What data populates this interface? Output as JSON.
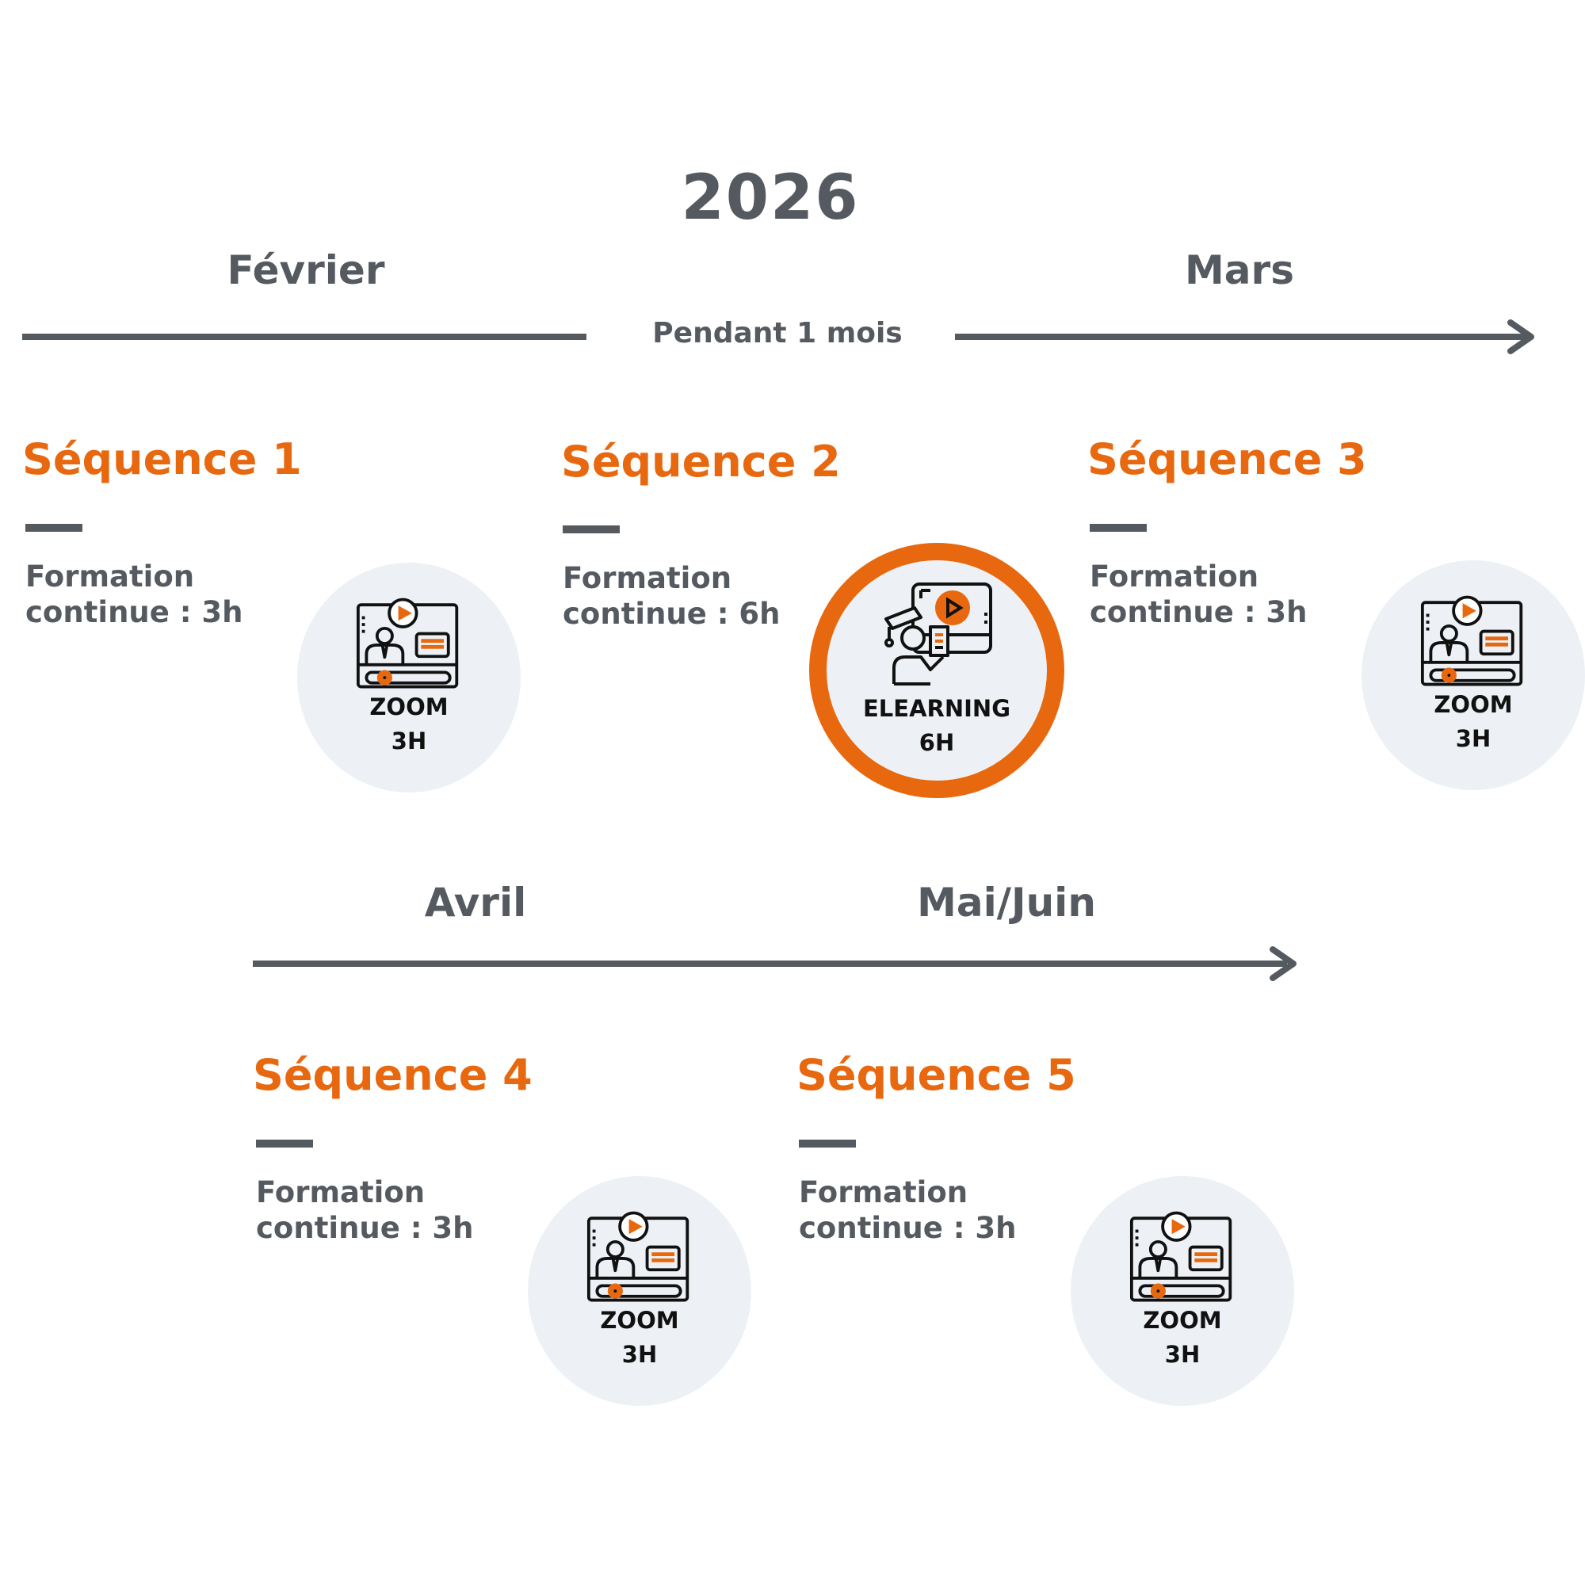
{
  "year": "2026",
  "timeline1": {
    "month_left": "Février",
    "month_right": "Mars",
    "duration_note": "Pendant 1 mois"
  },
  "timeline2": {
    "month_left": "Avril",
    "month_right": "Mai/Juin"
  },
  "sequences": [
    {
      "title": "Séquence 1",
      "description": "Formation\ncontinue : 3h",
      "badge_type": "ZOOM",
      "badge_hours": "3H",
      "icon": "video-conference-icon"
    },
    {
      "title": "Séquence 2",
      "description": "Formation\ncontinue : 6h",
      "badge_type": "ELEARNING",
      "badge_hours": "6H",
      "icon": "elearning-icon"
    },
    {
      "title": "Séquence 3",
      "description": "Formation\ncontinue : 3h",
      "badge_type": "ZOOM",
      "badge_hours": "3H",
      "icon": "video-conference-icon"
    },
    {
      "title": "Séquence 4",
      "description": "Formation\ncontinue : 3h",
      "badge_type": "ZOOM",
      "badge_hours": "3H",
      "icon": "video-conference-icon"
    },
    {
      "title": "Séquence 5",
      "description": "Formation\ncontinue : 3h",
      "badge_type": "ZOOM",
      "badge_hours": "3H",
      "icon": "video-conference-icon"
    }
  ],
  "colors": {
    "accent": "#e8680f",
    "text": "#555a61",
    "badge_bg": "#edf1f5"
  }
}
